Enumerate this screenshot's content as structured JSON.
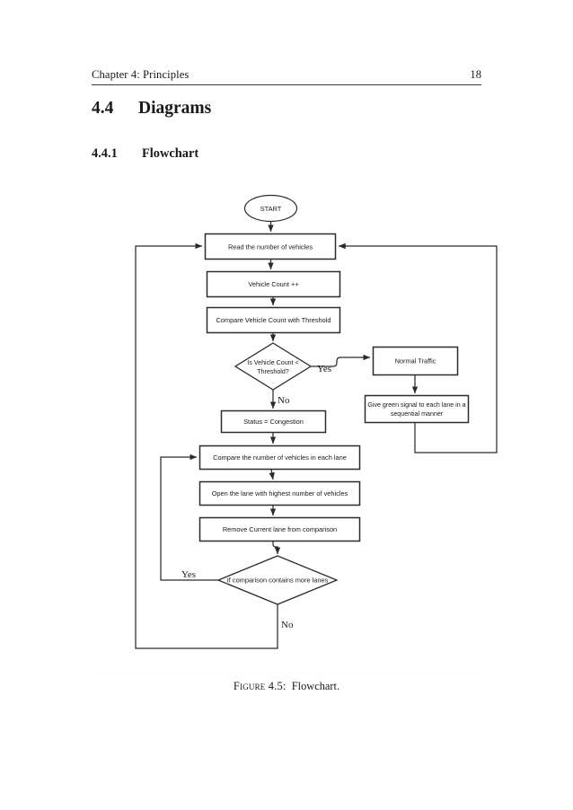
{
  "page": {
    "header_title": "Chapter 4: Principles",
    "page_number": "18"
  },
  "headings": {
    "section_number": "4.4",
    "section_title": "Diagrams",
    "subsection_number": "4.4.1",
    "subsection_title": "Flowchart"
  },
  "figure": {
    "caption_label": "Figure 4.5:",
    "caption_text": "Flowchart.",
    "caption_full": "Figure 4.5:  Flowchart.",
    "title": "Flowchart",
    "colors": {
      "stroke": "#2b2b2b",
      "fill": "#ffffff",
      "text": "#1a1a1a"
    },
    "nodes": [
      {
        "id": "start",
        "type": "terminator",
        "label": "START"
      },
      {
        "id": "read",
        "type": "process",
        "label": "Read the number of vehicles"
      },
      {
        "id": "count",
        "type": "process",
        "label": "Vehicle Count ++"
      },
      {
        "id": "compare_thr",
        "type": "process",
        "label": "Compare Vehicle Count with Threshold"
      },
      {
        "id": "decision1",
        "type": "decision",
        "label_line1": "Is Vehicle Count <",
        "label_line2": "Threshold?"
      },
      {
        "id": "normal",
        "type": "process",
        "label": "Normal Traffic"
      },
      {
        "id": "green",
        "type": "process",
        "label_line1": "Give green signal to each lane in a",
        "label_line2": "sequential manner"
      },
      {
        "id": "congestion",
        "type": "process",
        "label": "Status = Congestion"
      },
      {
        "id": "compare_lane",
        "type": "process",
        "label": "Compare the number of vehicles in each lane"
      },
      {
        "id": "open_lane",
        "type": "process",
        "label": "Open the lane with highest number of vehicles"
      },
      {
        "id": "remove_lane",
        "type": "process",
        "label": "Remove Current lane from comparison"
      },
      {
        "id": "decision2",
        "type": "decision",
        "label": "If comparison contains more lanes"
      }
    ],
    "edge_labels": {
      "decision1_yes": "Yes",
      "decision1_no": "No",
      "decision2_yes": "Yes",
      "decision2_no": "No"
    }
  }
}
